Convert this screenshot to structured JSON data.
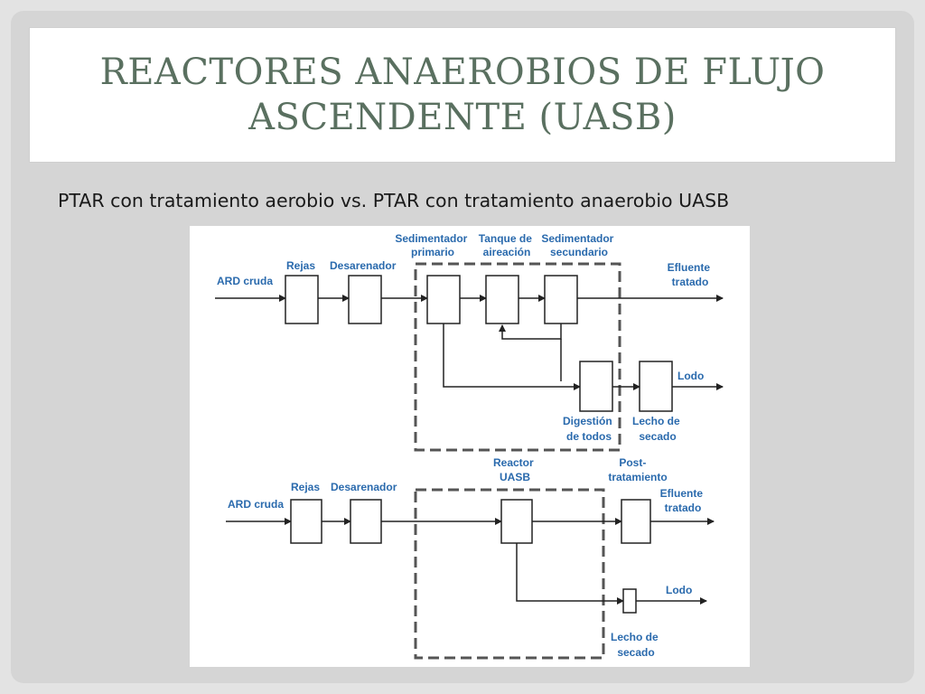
{
  "slide": {
    "title": "REACTORES ANAEROBIOS DE FLUJO ASCENDENTE (UASB)",
    "subtitle": "PTAR con tratamiento aerobio vs. PTAR con tratamiento anaerobio UASB"
  },
  "diagram_top": {
    "input": "ARD cruda",
    "rejas": "Rejas",
    "desarenador": "Desarenador",
    "sed_primario": [
      "Sedimentador",
      "primario"
    ],
    "tanque": [
      "Tanque de",
      "aireación"
    ],
    "sed_secundario": [
      "Sedimentador",
      "secundario"
    ],
    "efluente": [
      "Efluente",
      "tratado"
    ],
    "lodo": "Lodo",
    "digestion": [
      "Digestión",
      "de todos"
    ],
    "lecho": [
      "Lecho de",
      "secado"
    ]
  },
  "diagram_bottom": {
    "input": "ARD cruda",
    "rejas": "Rejas",
    "desarenador": "Desarenador",
    "reactor": [
      "Reactor",
      "UASB"
    ],
    "post": [
      "Post-",
      "tratamiento"
    ],
    "efluente": [
      "Efluente",
      "tratado"
    ],
    "lodo": "Lodo",
    "lecho": [
      "Lecho de",
      "secado"
    ]
  },
  "colors": {
    "label": "#2a6aad",
    "title": "#5a7060",
    "line": "#222222",
    "dash": "#555555"
  }
}
